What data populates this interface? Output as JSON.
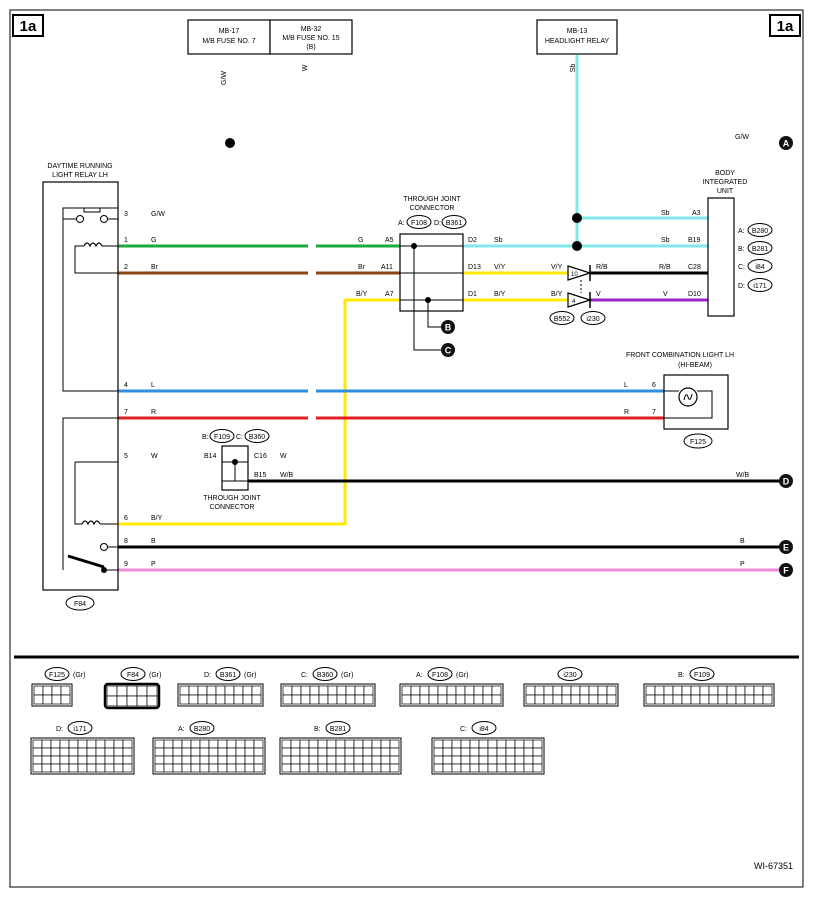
{
  "page_tag": "1a",
  "diagram_id": "WI-67351",
  "fuse_blocks": [
    {
      "ref": "MB-17",
      "name": "M/B FUSE NO. 7",
      "sub": "",
      "wire": "G/W"
    },
    {
      "ref": "MB-32",
      "name": "M/B FUSE NO. 15",
      "sub": "(B)",
      "wire": "W"
    }
  ],
  "relay_box": {
    "ref": "MB-13",
    "name": "HEADLIGHT RELAY",
    "wire": "Sb"
  },
  "drl_relay": {
    "line1": "DAYTIME RUNNING",
    "line2": "LIGHT RELAY LH",
    "connector": "F84"
  },
  "body_unit": {
    "line1": "BODY",
    "line2": "INTEGRATED",
    "line3": "UNIT",
    "connectors": [
      {
        "k": "A:",
        "c": "B280"
      },
      {
        "k": "B:",
        "c": "B281"
      },
      {
        "k": "C:",
        "c": "i84"
      },
      {
        "k": "D:",
        "c": "i171"
      }
    ]
  },
  "through_joint_1": {
    "line1": "THROUGH JOINT",
    "line2": "CONNECTOR",
    "k1": "A:",
    "c1": "F108",
    "k2": "D:",
    "c2": "B361"
  },
  "through_joint_2": {
    "line1": "THROUGH JOINT",
    "line2": "CONNECTOR",
    "k1": "B:",
    "c1": "F109",
    "k2": "C:",
    "c2": "B360"
  },
  "front_light": {
    "line1": "FRONT COMBINATION LIGHT LH",
    "line2": "(HI-BEAM)",
    "connector": "F125"
  },
  "diode_connectors": [
    "B552",
    "i230"
  ],
  "refs": {
    "A": "A",
    "B": "B",
    "C": "C",
    "D": "D",
    "E": "E",
    "F": "F"
  },
  "wire_colors": {
    "G": "#1aa83a",
    "Br": "#8b4513",
    "Y": "#ffe900",
    "Sb": "#7fe8e8",
    "L": "#2f8fe0",
    "R": "#e02020",
    "P": "#f08ad8",
    "V": "#9b22c8",
    "B": "#000000"
  },
  "labels": {
    "p3": "3",
    "p1": "1",
    "p2": "2",
    "p4": "4",
    "p7": "7",
    "p5": "5",
    "p6": "6",
    "p8": "8",
    "p9": "9",
    "gw": "G/W",
    "g": "G",
    "br": "Br",
    "l": "L",
    "r": "R",
    "w": "W",
    "by": "B/Y",
    "b": "B",
    "p": "P",
    "wb": "W/B",
    "a5": "A5",
    "a11": "A11",
    "a7": "A7",
    "d2": "D2",
    "d13": "D13",
    "d1": "D1",
    "sb": "Sb",
    "vy": "V/Y",
    "rb": "R/B",
    "v": "V",
    "a3": "A3",
    "b19": "B19",
    "c28": "C28",
    "d10": "D10",
    "b14": "B14",
    "c16": "C16",
    "b15": "B15",
    "pin10": "10",
    "pin4": "4",
    "pin6": "6",
    "pin7": "7",
    "gw_a": "G/W"
  },
  "legend": [
    {
      "prefix": "",
      "conn": "F125",
      "suffix": "(Gr)"
    },
    {
      "prefix": "",
      "conn": "F84",
      "suffix": "(Gr)"
    },
    {
      "prefix": "D:",
      "conn": "B361",
      "suffix": "(Gr)"
    },
    {
      "prefix": "C:",
      "conn": "B360",
      "suffix": "(Gr)"
    },
    {
      "prefix": "A:",
      "conn": "F108",
      "suffix": "(Gr)"
    },
    {
      "prefix": "",
      "conn": "i230",
      "suffix": ""
    },
    {
      "prefix": "B:",
      "conn": "F109",
      "suffix": ""
    },
    {
      "prefix": "D:",
      "conn": "i171",
      "suffix": ""
    },
    {
      "prefix": "A:",
      "conn": "B280",
      "suffix": ""
    },
    {
      "prefix": "B:",
      "conn": "B281",
      "suffix": ""
    },
    {
      "prefix": "C:",
      "conn": "i84",
      "suffix": ""
    }
  ]
}
